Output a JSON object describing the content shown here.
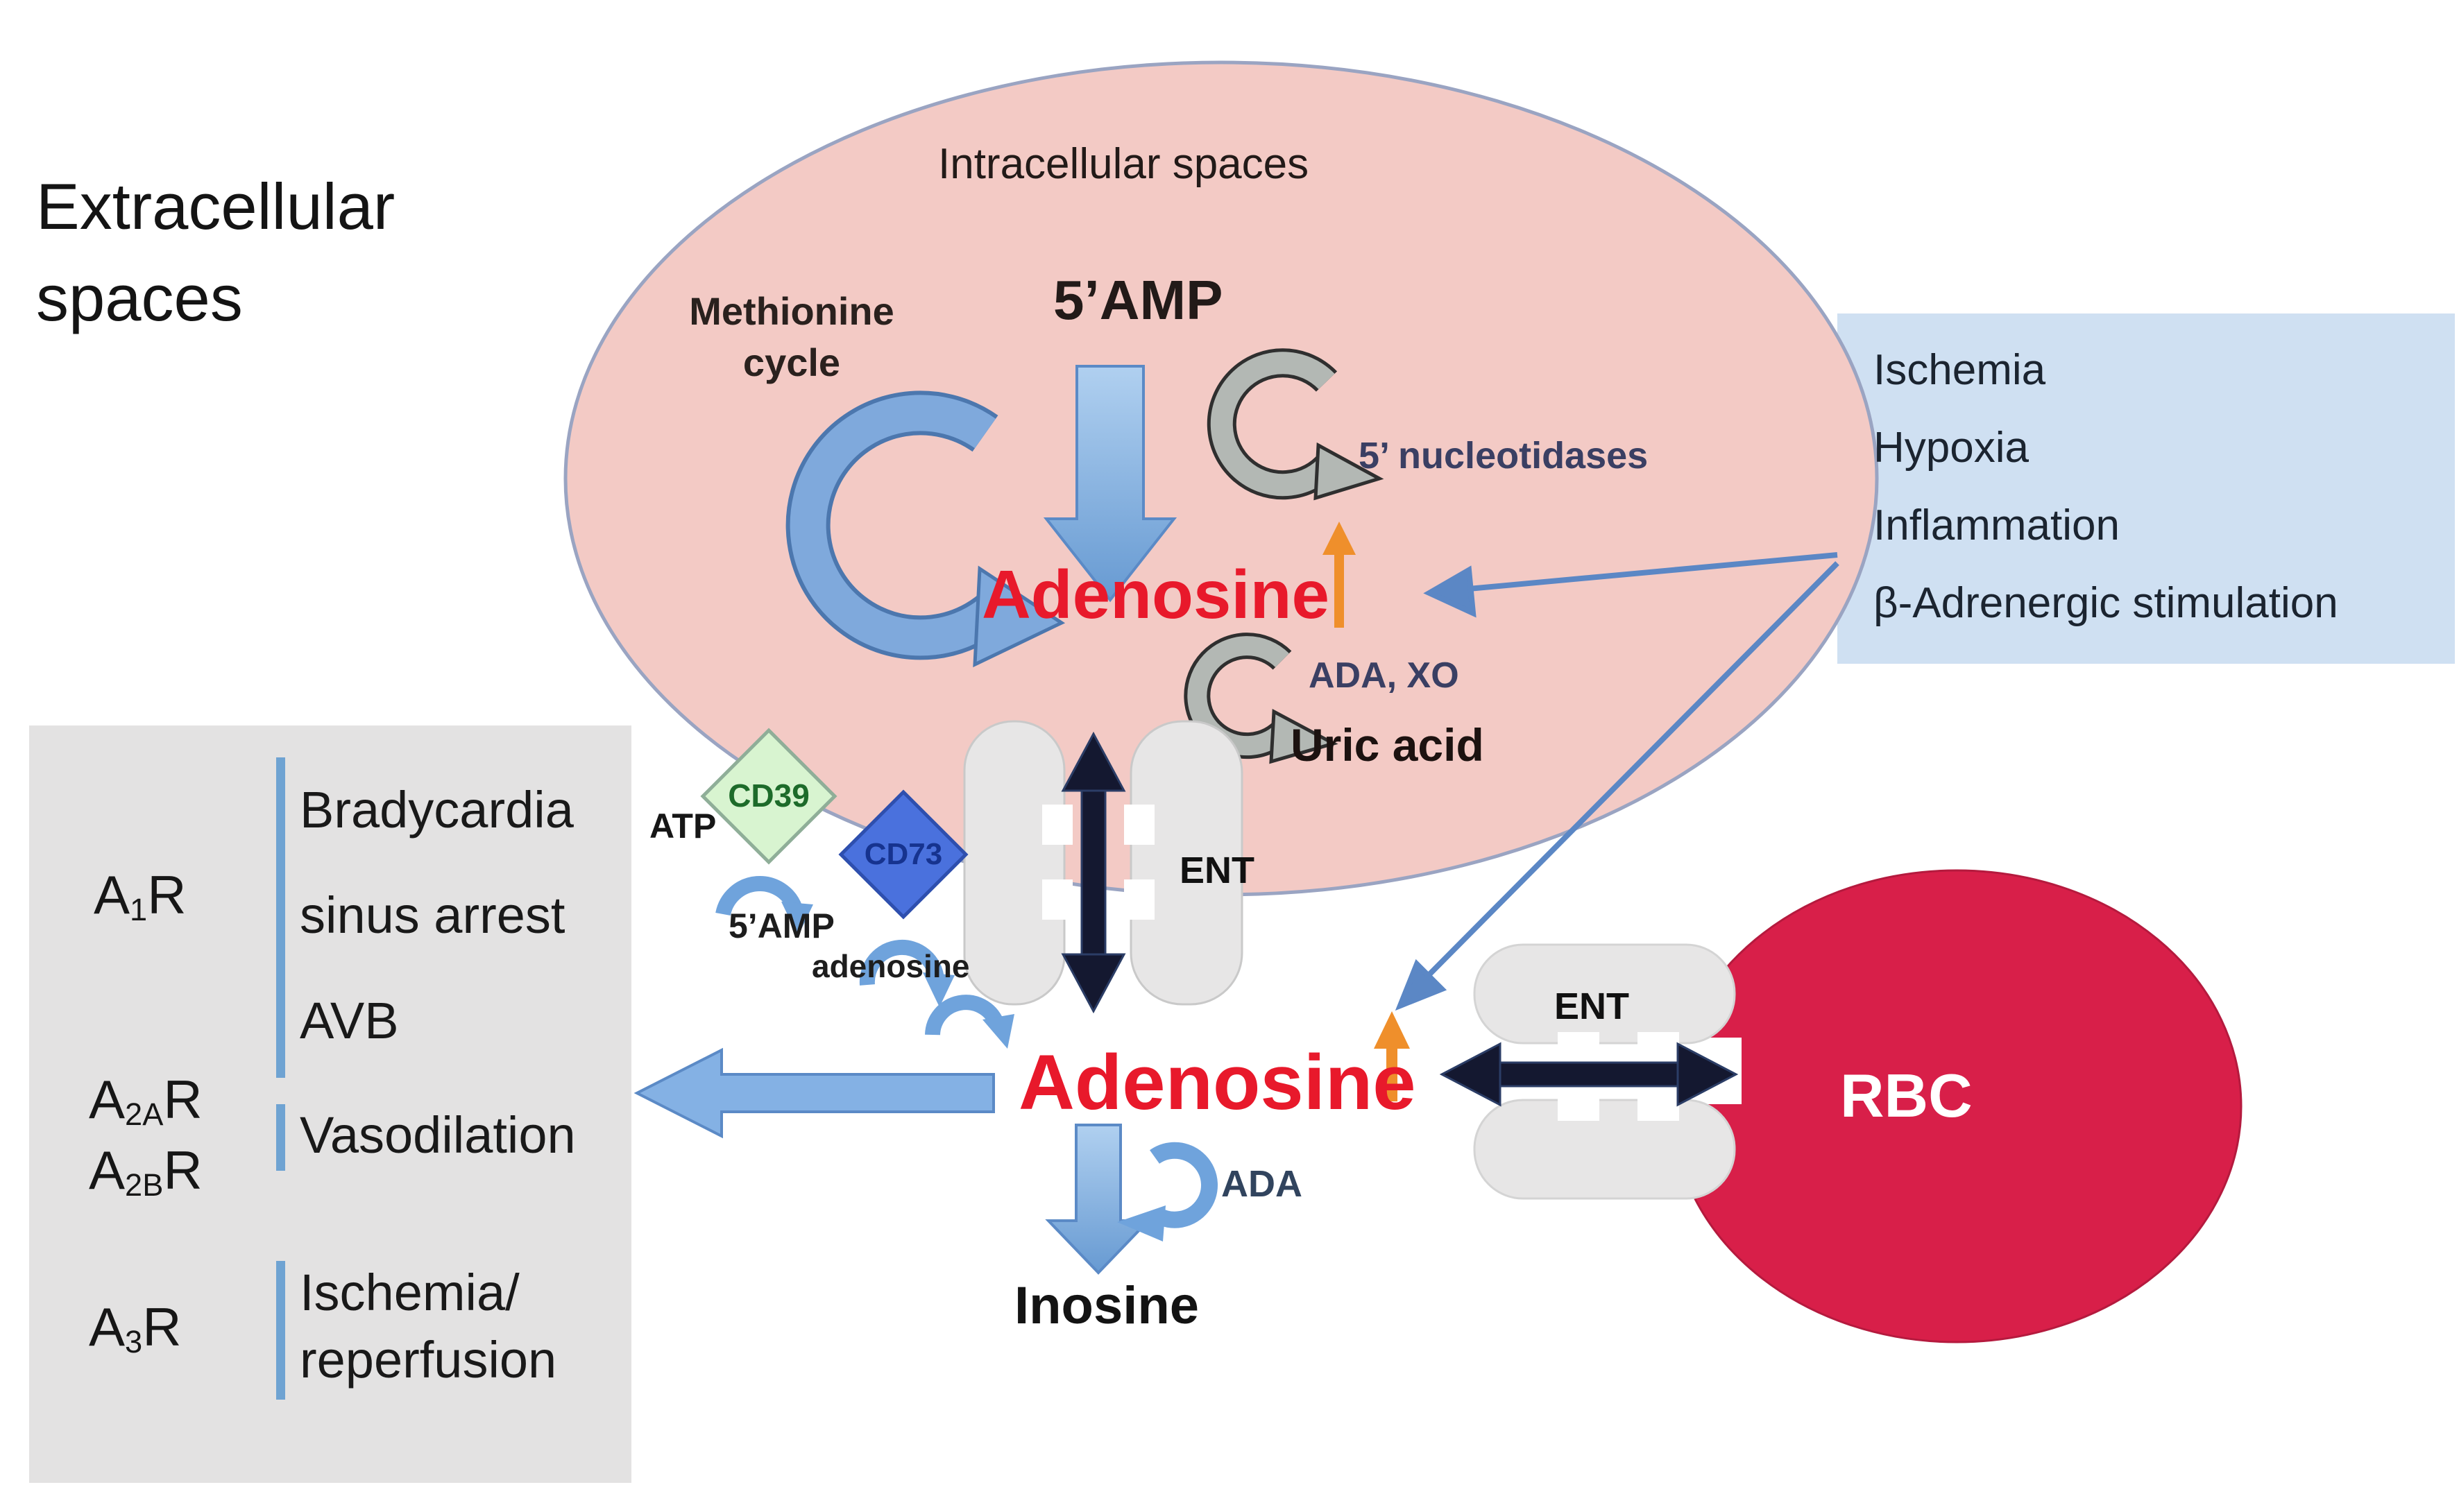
{
  "regions": {
    "extracellular_label": "Extracellular\nspaces",
    "intracellular_label": "Intracellular spaces"
  },
  "intracellular": {
    "amp": "5’AMP",
    "methionine_cycle": "Methionine\ncycle",
    "nucleotidases": "5’ nucleotidases",
    "adenosine": "Adenosine",
    "ada_xo": "ADA, XO",
    "uric_acid": "Uric acid"
  },
  "membrane": {
    "cd39": "CD39",
    "cd73": "CD73",
    "atp": "ATP",
    "amp": "5’AMP",
    "adenosine": "adenosine",
    "ent": "ENT"
  },
  "extracellular": {
    "adenosine": "Adenosine",
    "ada": "ADA",
    "inosine": "Inosine"
  },
  "stimuli_box": {
    "items": [
      "Ischemia",
      "Hypoxia",
      "Inflammation",
      "β-Adrenergic stimulation"
    ]
  },
  "receptor_box": {
    "a1": {
      "pre": "A",
      "sub": "1",
      "post": "R"
    },
    "a1_effects": "Bradycardia\nsinus arrest\nAVB",
    "a2a": {
      "pre": "A",
      "sub": "2A",
      "post": "R"
    },
    "a2b": {
      "pre": "A",
      "sub": "2B",
      "post": "R"
    },
    "a2_effect": "Vasodilation",
    "a3": {
      "pre": "A",
      "sub": "3",
      "post": "R"
    },
    "a3_effect": "Ischemia/\nreperfusion"
  },
  "rbc": {
    "label": "RBC",
    "ent": "ENT"
  },
  "colors": {
    "cell_pink": "#f3cac5",
    "cell_border": "#9aa4c2",
    "stimuli_box_blue": "#cfe0f2",
    "receptor_box_gray": "#e3e2e2",
    "rbc_red": "#d81f49",
    "adenosine_red": "#e8192b",
    "highlight_orange": "#ef8f2b",
    "arrow_blue": "#7fa9dc",
    "thin_arrow_blue": "#5b87c5",
    "black_arrow": "#141830",
    "cd39_green": "#d8f4d0",
    "cd39_text": "#1d6b2a",
    "cd73_blue": "#4a71dd",
    "cd73_text": "#16338f",
    "enzyme_text": "#3a3f63"
  }
}
